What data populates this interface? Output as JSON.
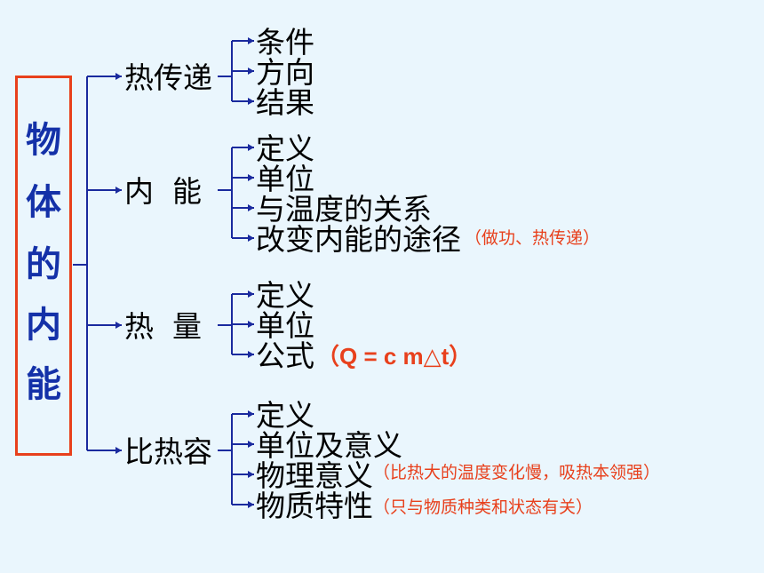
{
  "title_chars": [
    "物",
    "体",
    "的",
    "内",
    "能"
  ],
  "branches": [
    {
      "label": "热传递",
      "items": [
        {
          "text": "条件",
          "note": ""
        },
        {
          "text": "方向",
          "note": ""
        },
        {
          "text": "结果",
          "note": ""
        }
      ]
    },
    {
      "label": "内  能",
      "items": [
        {
          "text": "定义",
          "note": ""
        },
        {
          "text": "单位",
          "note": ""
        },
        {
          "text": "与温度的关系",
          "note": ""
        },
        {
          "text": "改变内能的途径",
          "note": "（做功、热传递）"
        }
      ]
    },
    {
      "label": "热  量",
      "items": [
        {
          "text": "定义",
          "note": ""
        },
        {
          "text": "单位",
          "note": ""
        },
        {
          "text": "公式",
          "note": "（Q = c m△t）"
        }
      ]
    },
    {
      "label": "比热容",
      "items": [
        {
          "text": "定义",
          "note": ""
        },
        {
          "text": "单位及意义",
          "note": ""
        },
        {
          "text": "物理意义",
          "note": "（比热大的温度变化慢，吸热本领强）"
        },
        {
          "text": "物质特性",
          "note": "（只与物质种类和状态有关）"
        }
      ]
    }
  ],
  "colors": {
    "background": "#eaf6fd",
    "box_border": "#e8401c",
    "title_text": "#1431a8",
    "connector": "#1a2a9e",
    "note_text": "#e8401c"
  }
}
